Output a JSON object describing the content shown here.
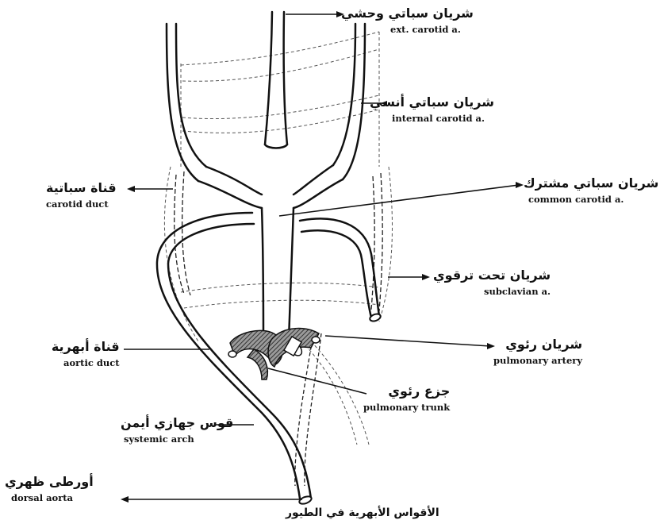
{
  "labels": [
    {
      "key": "ext_carotid",
      "ar": "شريان سباتي وحشي",
      "en": "ext. carotid a."
    },
    {
      "key": "internal_carotid",
      "ar": "شريان سباتي أنسي",
      "en": "internal carotid a."
    },
    {
      "key": "common_carotid",
      "ar": "شريان سباتي مشترك",
      "en": "common carotid a."
    },
    {
      "key": "carotid_duct",
      "ar": "قناة سباتية",
      "en": "carotid duct"
    },
    {
      "key": "subclavian",
      "ar": "شريان تحت ترقوي",
      "en": "subclavian a."
    },
    {
      "key": "aortic_duct",
      "ar": "قناة أبهرية",
      "en": "aortic duct"
    },
    {
      "key": "pulmonary_artery",
      "ar": "شريان رئوي",
      "en": "pulmonary artery"
    },
    {
      "key": "pulmonary_trunk",
      "ar": "جزع رئوي",
      "en": "pulmonary trunk"
    },
    {
      "key": "systemic_arch",
      "ar": "قوس جهازي أيمن",
      "en": "systemic arch"
    },
    {
      "key": "dorsal_aorta",
      "ar": "أورطى ظهري",
      "en": "dorsal aorta"
    }
  ],
  "caption": "الأقواس الأبهرية في الطيور"
}
